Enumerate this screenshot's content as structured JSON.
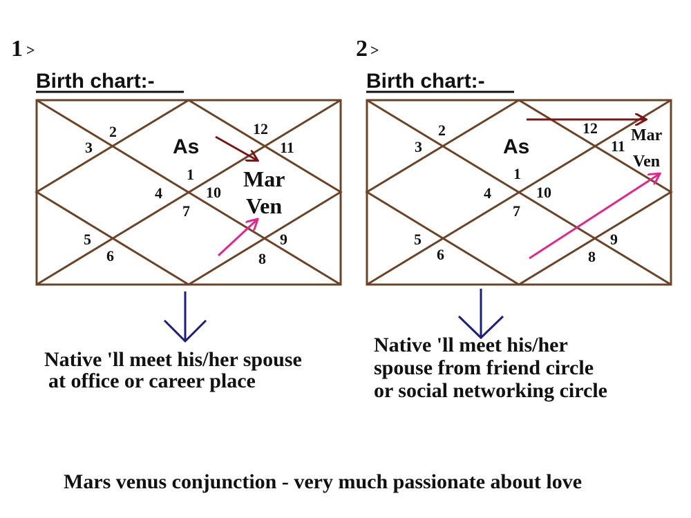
{
  "panels": [
    {
      "number": "1",
      "marker": ">",
      "heading": "Birth chart:-",
      "ascendant": "As",
      "planet_1": "Mar",
      "planet_2": "Ven",
      "houses": [
        "1",
        "2",
        "3",
        "4",
        "5",
        "6",
        "7",
        "8",
        "9",
        "10",
        "11",
        "12"
      ],
      "description": [
        "Native 'll meet his/her spouse",
        "at office or career place"
      ]
    },
    {
      "number": "2",
      "marker": ">",
      "heading": "Birth chart:-",
      "ascendant": "As",
      "planet_1": "Mar",
      "planet_2": "Ven",
      "houses": [
        "1",
        "2",
        "3",
        "4",
        "5",
        "6",
        "7",
        "8",
        "9",
        "10",
        "11",
        "12"
      ],
      "description": [
        "Native 'll meet his/her",
        "spouse from  friend circle",
        "or social networking circle"
      ]
    }
  ],
  "footer": "Mars venus conjunction - very much passionate about love",
  "colors": {
    "chart_lines": "#6b4326",
    "arrow_dark_red": "#7a1414",
    "arrow_pink": "#e0288c",
    "arrow_navy": "#1c1f78"
  }
}
